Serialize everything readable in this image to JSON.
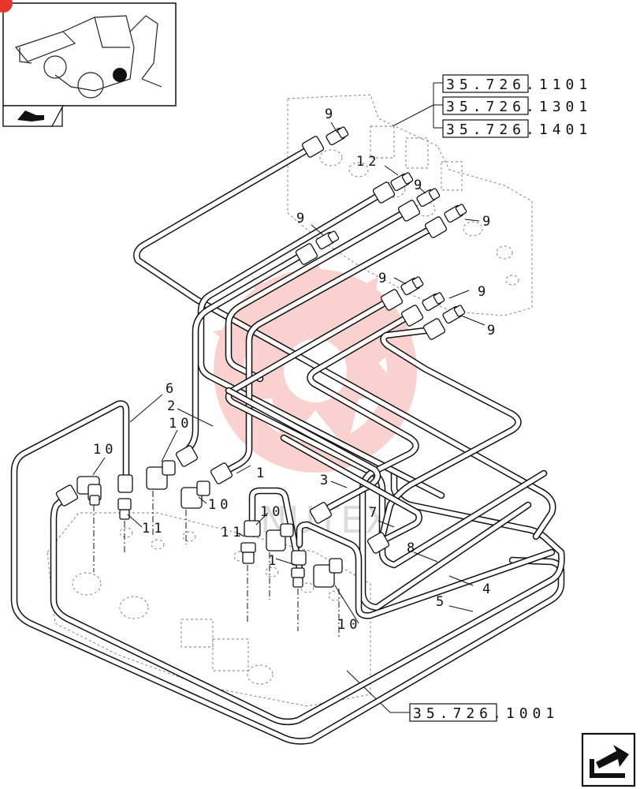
{
  "thumbnail": {
    "description_icon": "backhoe-loader-icon"
  },
  "nav": {
    "prev_icon": "hand-pointer-icon",
    "next_icon": "next-page-icon"
  },
  "references": {
    "top": [
      "35.726.1101",
      "35.726.1301",
      "35.726.1401"
    ],
    "bottom": "35.726.1001"
  },
  "callouts": {
    "c9a": "9",
    "c12": "12",
    "c9b": "9",
    "c9c": "9",
    "c9d": "9",
    "c9e": "9",
    "c9f": "9",
    "c9g": "9",
    "c6": "6",
    "c2": "2",
    "c10a": "10",
    "c10b": "10",
    "c1a": "1",
    "c3": "3",
    "c10c": "10",
    "c10d": "10",
    "c11a": "11",
    "c11b": "11",
    "c7": "7",
    "c1b": "1",
    "c8": "8",
    "c4": "4",
    "c5": "5",
    "c10e": "10"
  },
  "watermark": {
    "text": "NUTEX",
    "color": "#e8362c"
  }
}
